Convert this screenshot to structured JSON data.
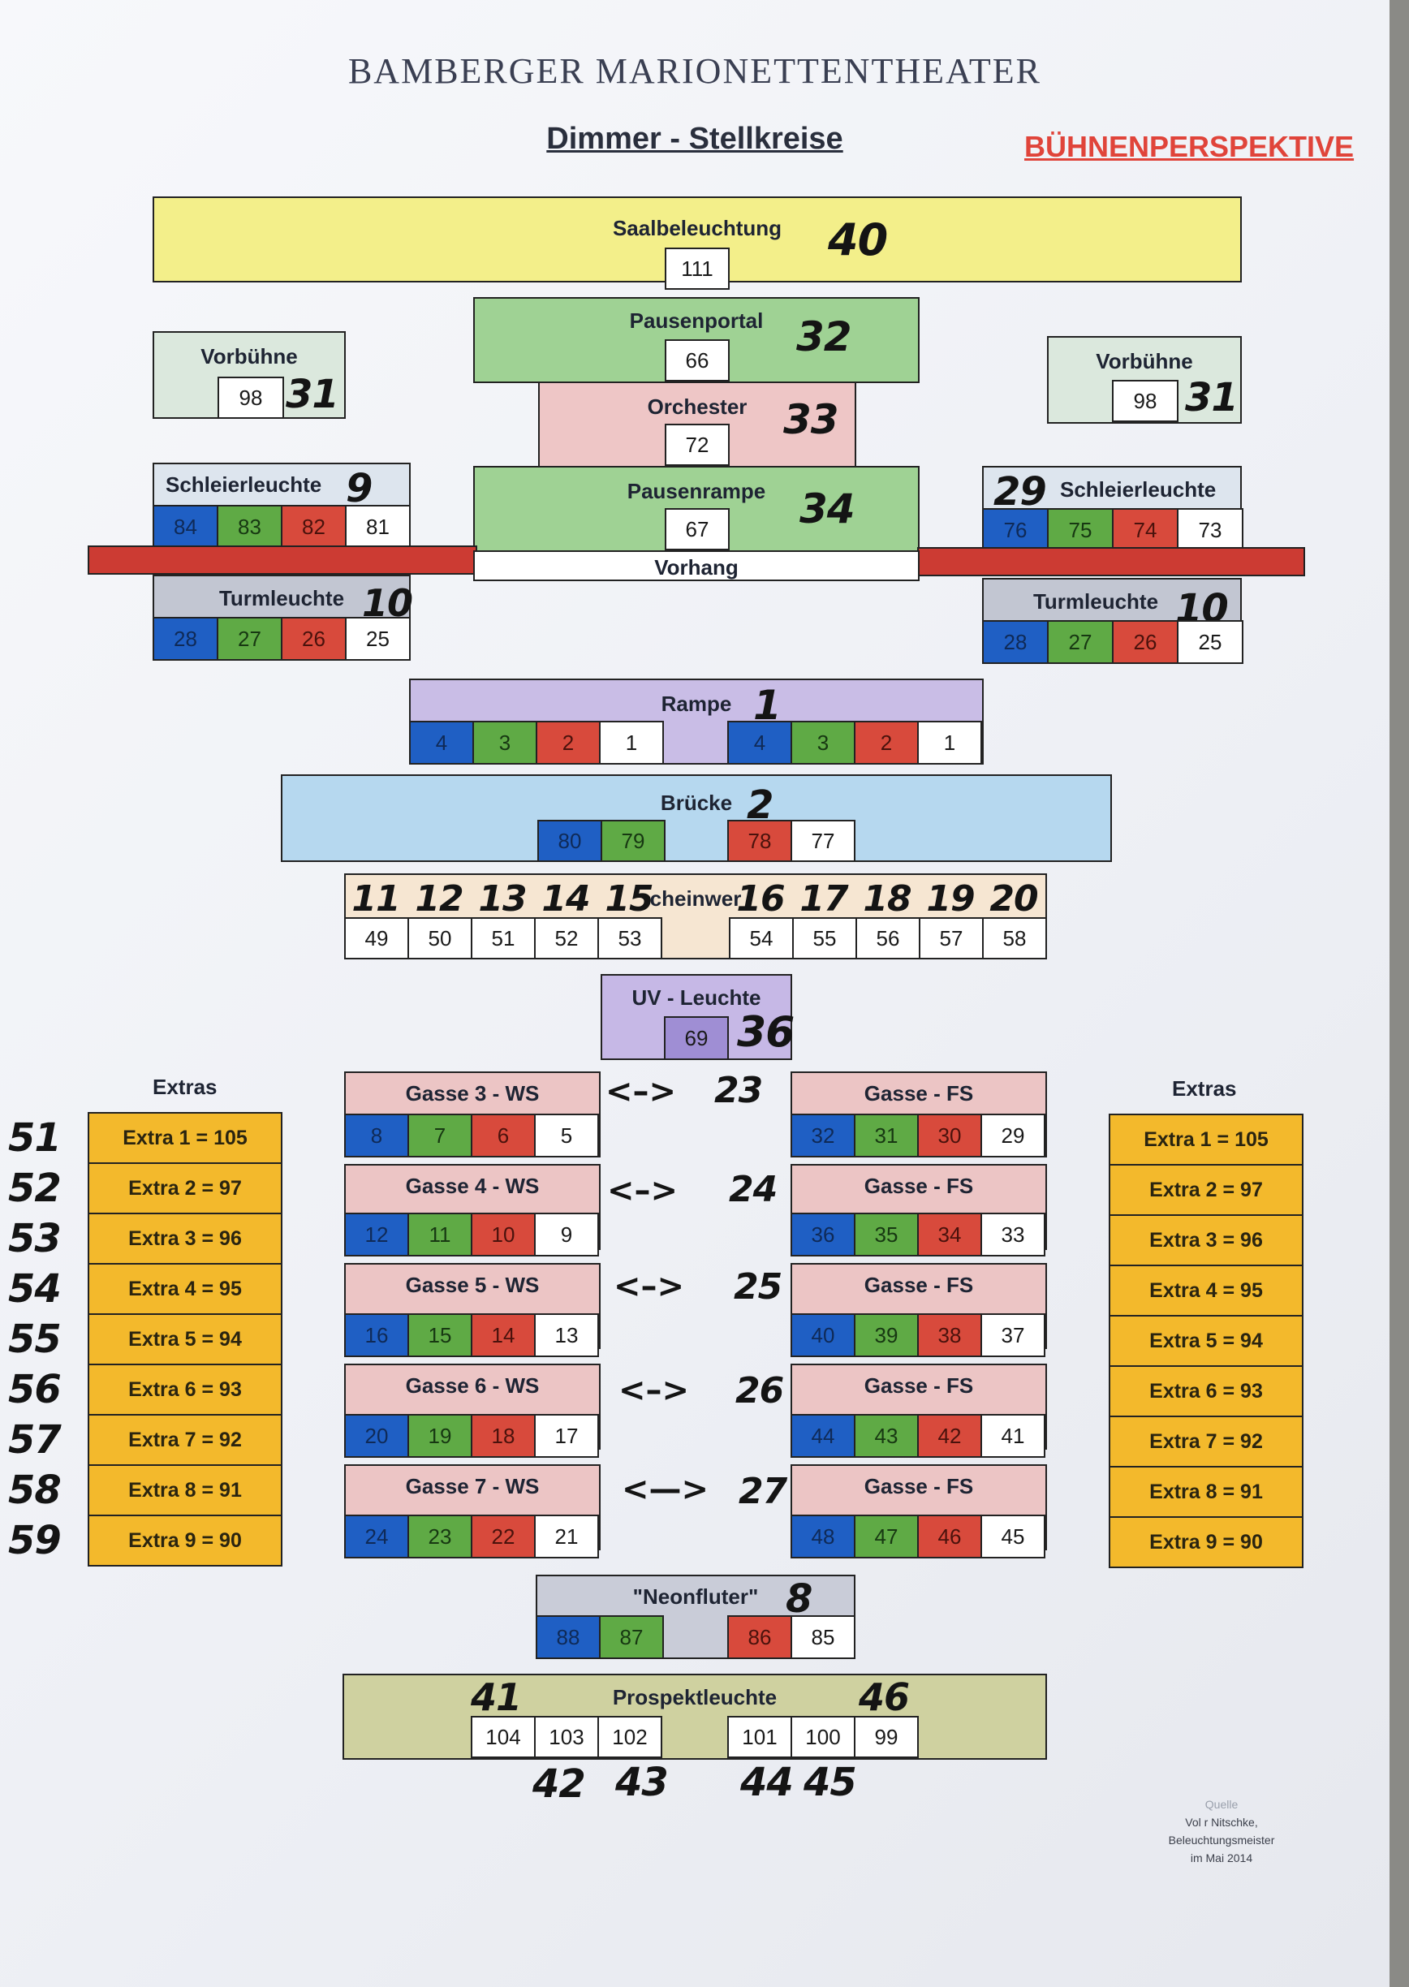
{
  "header": {
    "title": "BAMBERGER MARIONETTENTHEATER",
    "subtitle": "Dimmer - Stellkreise",
    "perspective": "BÜHNENPERSPEKTIVE"
  },
  "saal": {
    "label": "Saalbeleuchtung",
    "value": "111",
    "hand": "40"
  },
  "pausenportal": {
    "label": "Pausenportal",
    "value": "66",
    "hand": "32"
  },
  "orchester": {
    "label": "Orchester",
    "value": "72",
    "hand": "33"
  },
  "pausenrampe": {
    "label": "Pausenrampe",
    "value": "67",
    "hand": "34"
  },
  "vorhang": {
    "label": "Vorhang"
  },
  "vorbuehne_left": {
    "label": "Vorbühne",
    "value": "98",
    "hand": "31"
  },
  "vorbuehne_right": {
    "label": "Vorbühne",
    "value": "98",
    "hand": "31"
  },
  "schleier_left": {
    "label": "Schleierleuchte",
    "hand": "9",
    "cells": [
      "84",
      "83",
      "82",
      "81"
    ]
  },
  "schleier_right": {
    "label": "Schleierleuchte",
    "hand": "29",
    "cells": [
      "76",
      "75",
      "74",
      "73"
    ]
  },
  "turm_left": {
    "label": "Turmleuchte",
    "hand": "10",
    "cells": [
      "28",
      "27",
      "26",
      "25"
    ]
  },
  "turm_right": {
    "label": "Turmleuchte",
    "hand": "10",
    "cells": [
      "28",
      "27",
      "26",
      "25"
    ]
  },
  "rampe": {
    "label": "Rampe",
    "hand": "1",
    "left": [
      "4",
      "3",
      "2",
      "1"
    ],
    "right": [
      "4",
      "3",
      "2",
      "1"
    ]
  },
  "bruecke": {
    "label": "Brücke",
    "hand": "2",
    "left": [
      "80",
      "79"
    ],
    "right": [
      "78",
      "77"
    ]
  },
  "scheinwerfer": {
    "label": "cheinwer",
    "hand_left": [
      "11",
      "12",
      "13",
      "14",
      "15"
    ],
    "hand_right": [
      "16",
      "17",
      "18",
      "19",
      "20"
    ],
    "left": [
      "49",
      "50",
      "51",
      "52",
      "53"
    ],
    "right": [
      "54",
      "55",
      "56",
      "57",
      "58"
    ]
  },
  "uv": {
    "label": "UV - Leuchte",
    "value": "69",
    "hand": "36"
  },
  "extras_left": {
    "title": "Extras",
    "items": [
      "Extra 1 = 105",
      "Extra 2 = 97",
      "Extra 3 = 96",
      "Extra 4 = 95",
      "Extra 5 = 94",
      "Extra 6 = 93",
      "Extra 7 = 92",
      "Extra 8 = 91",
      "Extra 9 = 90"
    ],
    "hand": [
      "51",
      "52",
      "53",
      "54",
      "55",
      "56",
      "57",
      "58",
      "59"
    ]
  },
  "extras_right": {
    "title": "Extras",
    "items": [
      "Extra 1 = 105",
      "Extra 2 = 97",
      "Extra 3 = 96",
      "Extra 4 = 95",
      "Extra 5 = 94",
      "Extra 6 = 93",
      "Extra 7 = 92",
      "Extra 8 = 91",
      "Extra 9 = 90"
    ]
  },
  "gassen_ws": [
    {
      "label": "Gasse 3 - WS",
      "cells": [
        "8",
        "7",
        "6",
        "5"
      ]
    },
    {
      "label": "Gasse 4 - WS",
      "cells": [
        "12",
        "11",
        "10",
        "9"
      ]
    },
    {
      "label": "Gasse 5 - WS",
      "cells": [
        "16",
        "15",
        "14",
        "13"
      ]
    },
    {
      "label": "Gasse 6 - WS",
      "cells": [
        "20",
        "19",
        "18",
        "17"
      ]
    },
    {
      "label": "Gasse 7 - WS",
      "cells": [
        "24",
        "23",
        "22",
        "21"
      ]
    }
  ],
  "gassen_fs": [
    {
      "label": "Gasse - FS",
      "cells": [
        "32",
        "31",
        "30",
        "29"
      ]
    },
    {
      "label": "Gasse - FS",
      "cells": [
        "36",
        "35",
        "34",
        "33"
      ]
    },
    {
      "label": "Gasse - FS",
      "cells": [
        "40",
        "39",
        "38",
        "37"
      ]
    },
    {
      "label": "Gasse - FS",
      "cells": [
        "44",
        "43",
        "42",
        "41"
      ]
    },
    {
      "label": "Gasse - FS",
      "cells": [
        "48",
        "47",
        "46",
        "45"
      ]
    }
  ],
  "gasse_links": [
    "23",
    "24",
    "25",
    "26",
    "27"
  ],
  "neon": {
    "label": "\"Neonfluter\"",
    "hand": "8",
    "left": [
      "88",
      "87"
    ],
    "right": [
      "86",
      "85"
    ]
  },
  "prospekt": {
    "label": "Prospektleuchte",
    "hand_top_left": "41",
    "hand_top_right": "46",
    "left": [
      "104",
      "103",
      "102"
    ],
    "right": [
      "101",
      "100",
      "99"
    ],
    "hand_bottom": [
      "42",
      "43",
      "44",
      "45"
    ]
  },
  "credit": {
    "line1": "Quelle",
    "line2": "Vol  r Nitschke,",
    "line3": "Beleuchtungsmeister",
    "line4": "im Mai 2014"
  },
  "colors": {
    "saal": "#f3ef8a",
    "pause": "#9fd294",
    "orchester": "#eec6c6",
    "vorbuehne": "#dbe8dd",
    "vorhang": "#cc3b33",
    "schleier": "#dde5ee",
    "turm": "#c2c6d2",
    "rampe": "#c9bde6",
    "bruecke": "#b6d8ef",
    "schein": "#f6e6d2",
    "uv": "#c6b8e6",
    "gasse": "#ecc5c5",
    "neon": "#c9ccd8",
    "prospekt": "#cfd1a0"
  }
}
